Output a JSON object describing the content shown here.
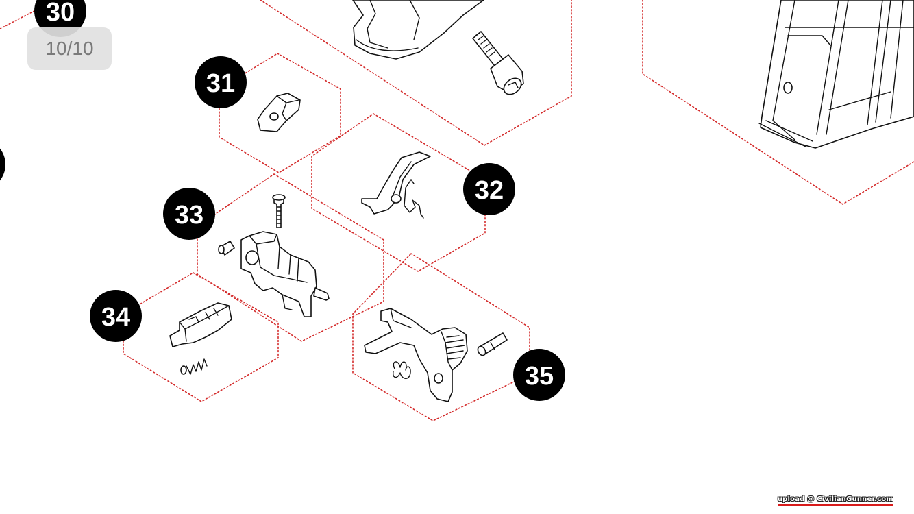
{
  "page_counter": "10/10",
  "watermark": "upload @ CivilianGunner.com",
  "colors": {
    "callout_fill": "#000000",
    "callout_text": "#ffffff",
    "region_outline": "#d42b2b",
    "part_stroke": "#111111",
    "counter_bg": "#e1e1e1",
    "counter_text": "#7a7a7a"
  },
  "callouts": [
    {
      "id": "30",
      "label": "30"
    },
    {
      "id": "31",
      "label": "31"
    },
    {
      "id": "32",
      "label": "32"
    },
    {
      "id": "33",
      "label": "33"
    },
    {
      "id": "34",
      "label": "34"
    },
    {
      "id": "35",
      "label": "35"
    }
  ]
}
